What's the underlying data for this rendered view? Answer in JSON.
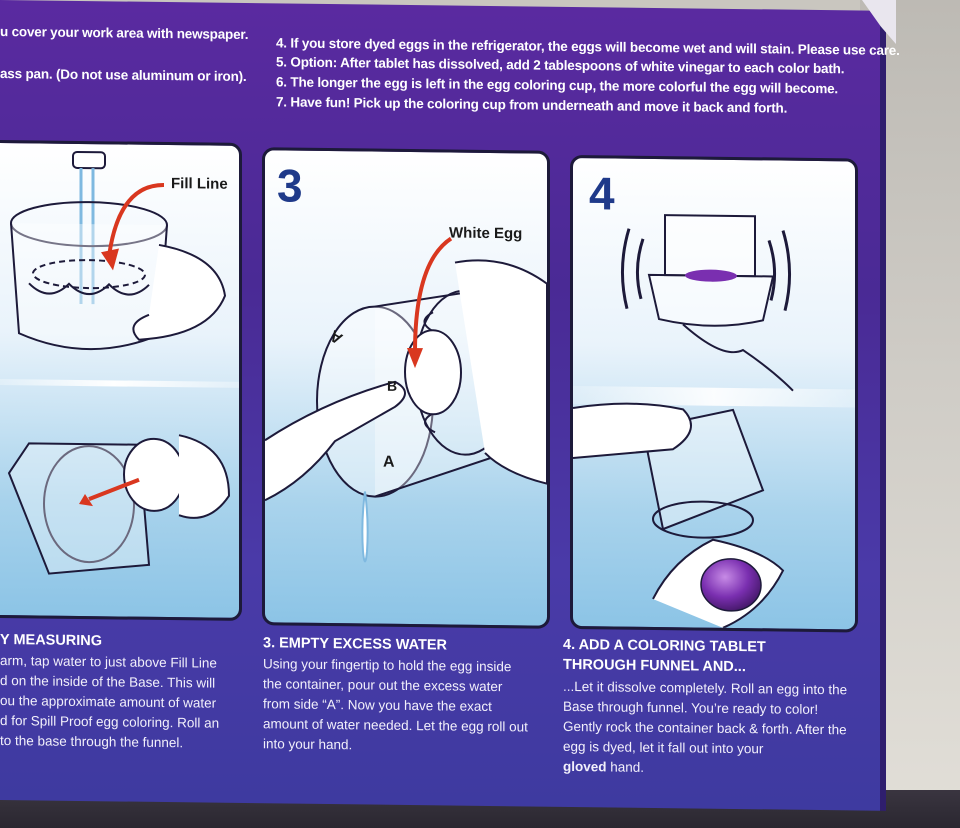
{
  "top_instructions_left": [
    "u cover your work area with newspaper.",
    "ass pan. (Do not use aluminum or iron)."
  ],
  "top_instructions_right": [
    {
      "num": "4.",
      "text": "If you store dyed eggs in the refrigerator, the eggs will become wet and will stain. Please use care."
    },
    {
      "num": "5. Option:",
      "text": "After tablet has dissolved, add 2 tablespoons of white vinegar to each color bath."
    },
    {
      "num": "6.",
      "text": "The longer the egg is left in the egg coloring cup, the more colorful the egg will become."
    },
    {
      "num": "7.",
      "text": "Have fun! Pick up the coloring cup from underneath and move it back and forth."
    }
  ],
  "panels": {
    "step2": {
      "callout": "Fill Line"
    },
    "step3": {
      "number": "3",
      "callout": "White Egg",
      "side_a": "A",
      "side_b": "B",
      "side_a2": "A"
    },
    "step4": {
      "number": "4"
    }
  },
  "captions": {
    "step2": {
      "title": "Y MEASURING",
      "lines": [
        "arm, tap water to just above Fill Line",
        "d on the inside of the Base. This will",
        "ou the approximate amount of water",
        "d for Spill Proof egg coloring. Roll an",
        "to the base through the funnel."
      ]
    },
    "step3": {
      "title": "3. EMPTY EXCESS WATER",
      "lines": [
        "Using your fingertip to hold the egg inside",
        "the container, pour out the excess water",
        "from side “A”. Now you have the exact",
        "amount of water needed. Let the egg roll out",
        "into your hand."
      ]
    },
    "step4": {
      "title_1": "4. ADD A COLORING TABLET",
      "title_2": "THROUGH FUNNEL AND...",
      "lines": [
        "...Let it dissolve completely. Roll an egg into the",
        "Base through funnel. You’re ready to color!",
        "Gently rock the container back & forth. After the",
        "egg is dyed, let it fall out into your"
      ],
      "last_bold": "gloved",
      "last_rest": " hand."
    }
  },
  "colors": {
    "box_purple": "#4a2a95",
    "egg_purple": "#7a2fb0",
    "arrow_red": "#d9371f",
    "step_blue": "#1f3a8a"
  }
}
